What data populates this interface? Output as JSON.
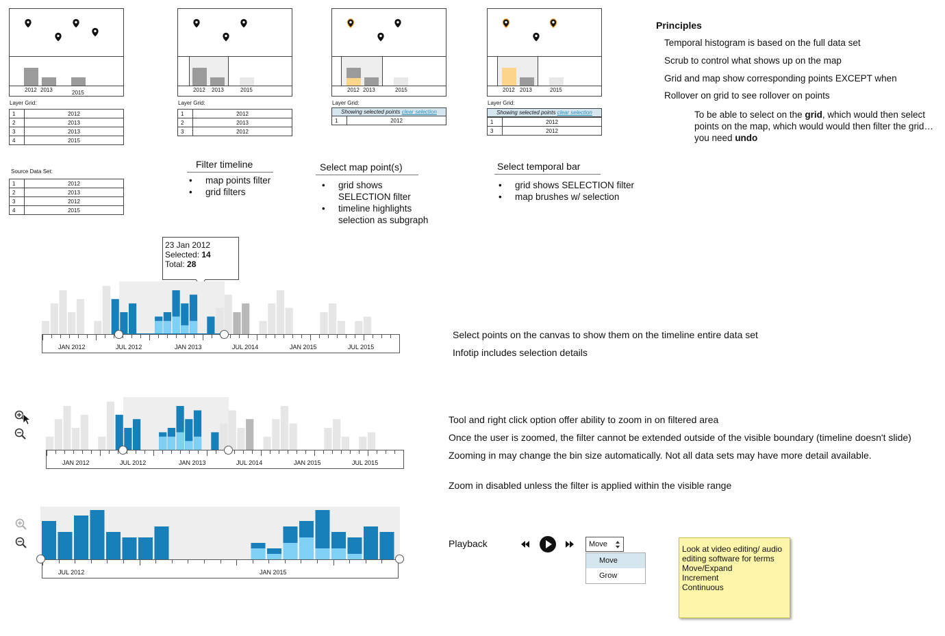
{
  "panels": {
    "years": {
      "a": "2012",
      "b": "2013",
      "c": "2015"
    },
    "layer_grid_title": "Layer Grid:",
    "source_title": "Source Data Set:",
    "grid1": [
      [
        "1",
        "2012"
      ],
      [
        "2",
        "2013"
      ],
      [
        "3",
        "2013"
      ],
      [
        "4",
        "2015"
      ]
    ],
    "grid2": [
      [
        "1",
        "2012"
      ],
      [
        "2",
        "2013"
      ],
      [
        "3",
        "2012"
      ]
    ],
    "grid3": [
      [
        "1",
        "2012"
      ]
    ],
    "grid4": [
      [
        "1",
        "2012"
      ],
      [
        "3",
        "2012"
      ]
    ],
    "source": [
      [
        "1",
        "2012"
      ],
      [
        "2",
        "2013"
      ],
      [
        "3",
        "2012"
      ],
      [
        "4",
        "2015"
      ]
    ],
    "banner_text": "Showing selected points",
    "banner_link": "clear selection"
  },
  "sections": {
    "filter": {
      "title": "Filter timeline",
      "items": [
        "map points filter",
        "grid filters"
      ]
    },
    "select_points": {
      "title": "Select map point(s)",
      "items": [
        "grid shows SELECTION filter",
        "timeline highlights selection as subgraph"
      ]
    },
    "select_bar": {
      "title": "Select temporal bar",
      "items": [
        "grid shows SELECTION filter",
        "map brushes w/ selection"
      ]
    }
  },
  "principles": {
    "title": "Principles",
    "items": [
      "Temporal histogram is based on the full data set",
      "Scrub to control what shows up on the map",
      "Grid and map show corresponding points EXCEPT when",
      "Rollover on grid to see rollover on points"
    ],
    "note_pre": "To be able to select on the ",
    "note_b1": "grid",
    "note_mid": ", which would then select points on the map, which would would then filter the grid… you need ",
    "note_b2": "undo"
  },
  "tooltip": {
    "date": "23 Jan 2012",
    "selected_label": "Selected: ",
    "selected_value": "14",
    "total_label": "Total: ",
    "total_value": "28"
  },
  "timeline_labels": [
    "JAN 2012",
    "JUL 2012",
    "JAN 2013",
    "JUL 2014",
    "JAN 2015",
    "JUL 2015"
  ],
  "timeline3_labels": [
    "JUL 2012",
    "JAN 2015"
  ],
  "notes1": [
    "Select points on the canvas to show them on the timeline  entire data set",
    "Infotip includes selection details"
  ],
  "notes2": [
    "Tool and right click option offer ability to zoom in on filtered area",
    "Once the user is zoomed, the filter cannot be extended outside of the visible boundary (timeline doesn't slide)",
    "Zooming in may change the bin size automatically.  Not all data sets may have more detail available.",
    "Zoom in disabled unless the filter is applied within the visible range"
  ],
  "playback": {
    "label": "Playback",
    "select_value": "Move",
    "options": [
      "Move",
      "Grow"
    ]
  },
  "sticky_note": [
    "Look at video editing/ audio",
    "editing software for terms",
    "Move/Expand",
    "Increment",
    "Continuous"
  ],
  "chart_data": {
    "type": "bar",
    "title": "",
    "bins_full": [
      3,
      7,
      10,
      5,
      8,
      0,
      3,
      11,
      8,
      5,
      7,
      0,
      0,
      4,
      5,
      10,
      7,
      9,
      0,
      4,
      6,
      9,
      5,
      7,
      0,
      3,
      7,
      10,
      6,
      0,
      0,
      0,
      5,
      7,
      3,
      0,
      3,
      4,
      0,
      0,
      0
    ],
    "bins_selected": [
      0,
      0,
      0,
      0,
      0,
      0,
      0,
      0,
      0,
      0,
      0,
      0,
      0,
      3,
      3,
      4,
      2,
      3,
      0,
      0,
      0,
      0,
      0,
      0,
      0,
      0,
      0,
      0,
      0,
      0,
      0,
      0,
      0,
      0,
      0,
      0,
      0,
      0,
      0,
      0,
      0
    ],
    "zoom_values": [
      7,
      5,
      8,
      9,
      5,
      4,
      4,
      6,
      0,
      0,
      0,
      0,
      0,
      3,
      2,
      6,
      7,
      9,
      5,
      4,
      6,
      5
    ],
    "zoom_selected": [
      0,
      0,
      0,
      0,
      0,
      0,
      0,
      0,
      0,
      0,
      0,
      0,
      0,
      2,
      1,
      3,
      4,
      2,
      2,
      1,
      0,
      0
    ]
  }
}
